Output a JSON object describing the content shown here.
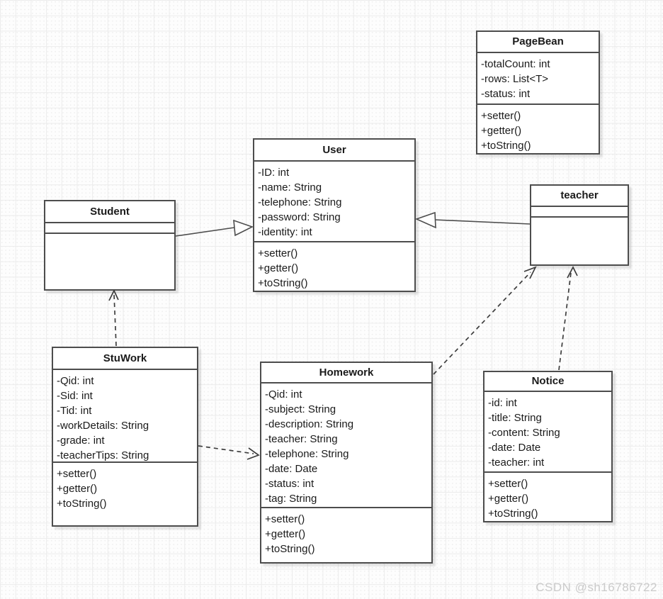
{
  "diagram": {
    "type": "uml-class-diagram",
    "watermark": "CSDN @sh16786722"
  },
  "colors": {
    "box_border": "#4d4d4d",
    "box_fill": "#ffffff",
    "grid_line": "#ececec",
    "text": "#1a1a1a",
    "watermark": "#cbcbcb"
  },
  "classes": {
    "pagebean": {
      "name": "PageBean",
      "attributes": [
        "-totalCount: int",
        "-rows: List<T>",
        "-status: int"
      ],
      "methods": [
        "+setter()",
        "+getter()",
        "+toString()"
      ]
    },
    "user": {
      "name": "User",
      "attributes": [
        "-ID: int",
        "-name: String",
        "-telephone: String",
        "-password: String",
        "-identity: int"
      ],
      "methods": [
        "+setter()",
        "+getter()",
        "+toString()"
      ]
    },
    "student": {
      "name": "Student",
      "attributes": [],
      "methods": []
    },
    "teacher": {
      "name": "teacher",
      "attributes": [],
      "methods": []
    },
    "stuwork": {
      "name": "StuWork",
      "attributes": [
        "-Qid: int",
        "-Sid: int",
        "-Tid: int",
        "-workDetails: String",
        "-grade: int",
        "-teacherTips: String"
      ],
      "methods": [
        "+setter()",
        "+getter()",
        "+toString()"
      ]
    },
    "homework": {
      "name": "Homework",
      "attributes": [
        "-Qid: int",
        "-subject: String",
        "-description: String",
        "-teacher: String",
        "-telephone: String",
        "-date: Date",
        "-status: int",
        "-tag: String"
      ],
      "methods": [
        "+setter()",
        "+getter()",
        "+toString()"
      ]
    },
    "notice": {
      "name": "Notice",
      "attributes": [
        "-id: int",
        "-title: String",
        "-content: String",
        "-date: Date",
        "-teacher: int"
      ],
      "methods": [
        "+setter()",
        "+getter()",
        "+toString()"
      ]
    }
  },
  "relations": [
    {
      "from": "Student",
      "to": "User",
      "type": "generalization",
      "line": "solid",
      "arrowhead": "hollow-triangle"
    },
    {
      "from": "teacher",
      "to": "User",
      "type": "generalization",
      "line": "solid",
      "arrowhead": "hollow-triangle"
    },
    {
      "from": "StuWork",
      "to": "Student",
      "type": "dependency",
      "line": "dashed",
      "arrowhead": "open"
    },
    {
      "from": "StuWork",
      "to": "Homework",
      "type": "dependency",
      "line": "dashed",
      "arrowhead": "open"
    },
    {
      "from": "Homework",
      "to": "teacher",
      "type": "dependency",
      "line": "dashed",
      "arrowhead": "open"
    },
    {
      "from": "Notice",
      "to": "teacher",
      "type": "dependency",
      "line": "dashed",
      "arrowhead": "open"
    }
  ]
}
